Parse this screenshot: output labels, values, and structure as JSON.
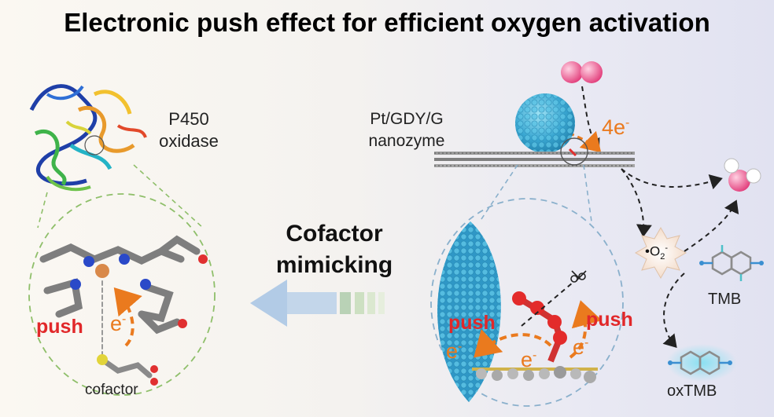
{
  "title": "Electronic push effect for efficient oxygen activation",
  "left": {
    "enzyme_name": "P450",
    "enzyme_type": "oxidase",
    "push_label": "push",
    "electron_label": "e",
    "electron_sup": "-",
    "cofactor_label": "cofactor"
  },
  "center": {
    "line1": "Cofactor",
    "line2": "mimicking"
  },
  "right": {
    "nanozyme_line1": "Pt/GDY/G",
    "nanozyme_line2": "nanozyme",
    "four_e": "4e",
    "four_e_sup": "-",
    "push_left": "push",
    "push_right": "push",
    "e_left": "e",
    "e_mid": "e",
    "e_right": "e",
    "e_sup": "-",
    "superoxide_dot": "•O",
    "superoxide_sub": "2",
    "superoxide_sup": "-",
    "tmb": "TMB",
    "oxtmb": "oxTMB"
  },
  "colors": {
    "push": "#e1282a",
    "electron": "#ea7a1e",
    "oxygen": "#e8417f",
    "platinum": "#3aa7d2",
    "dashed_left": "#8fbf6a",
    "dashed_right": "#8ab0cc"
  }
}
